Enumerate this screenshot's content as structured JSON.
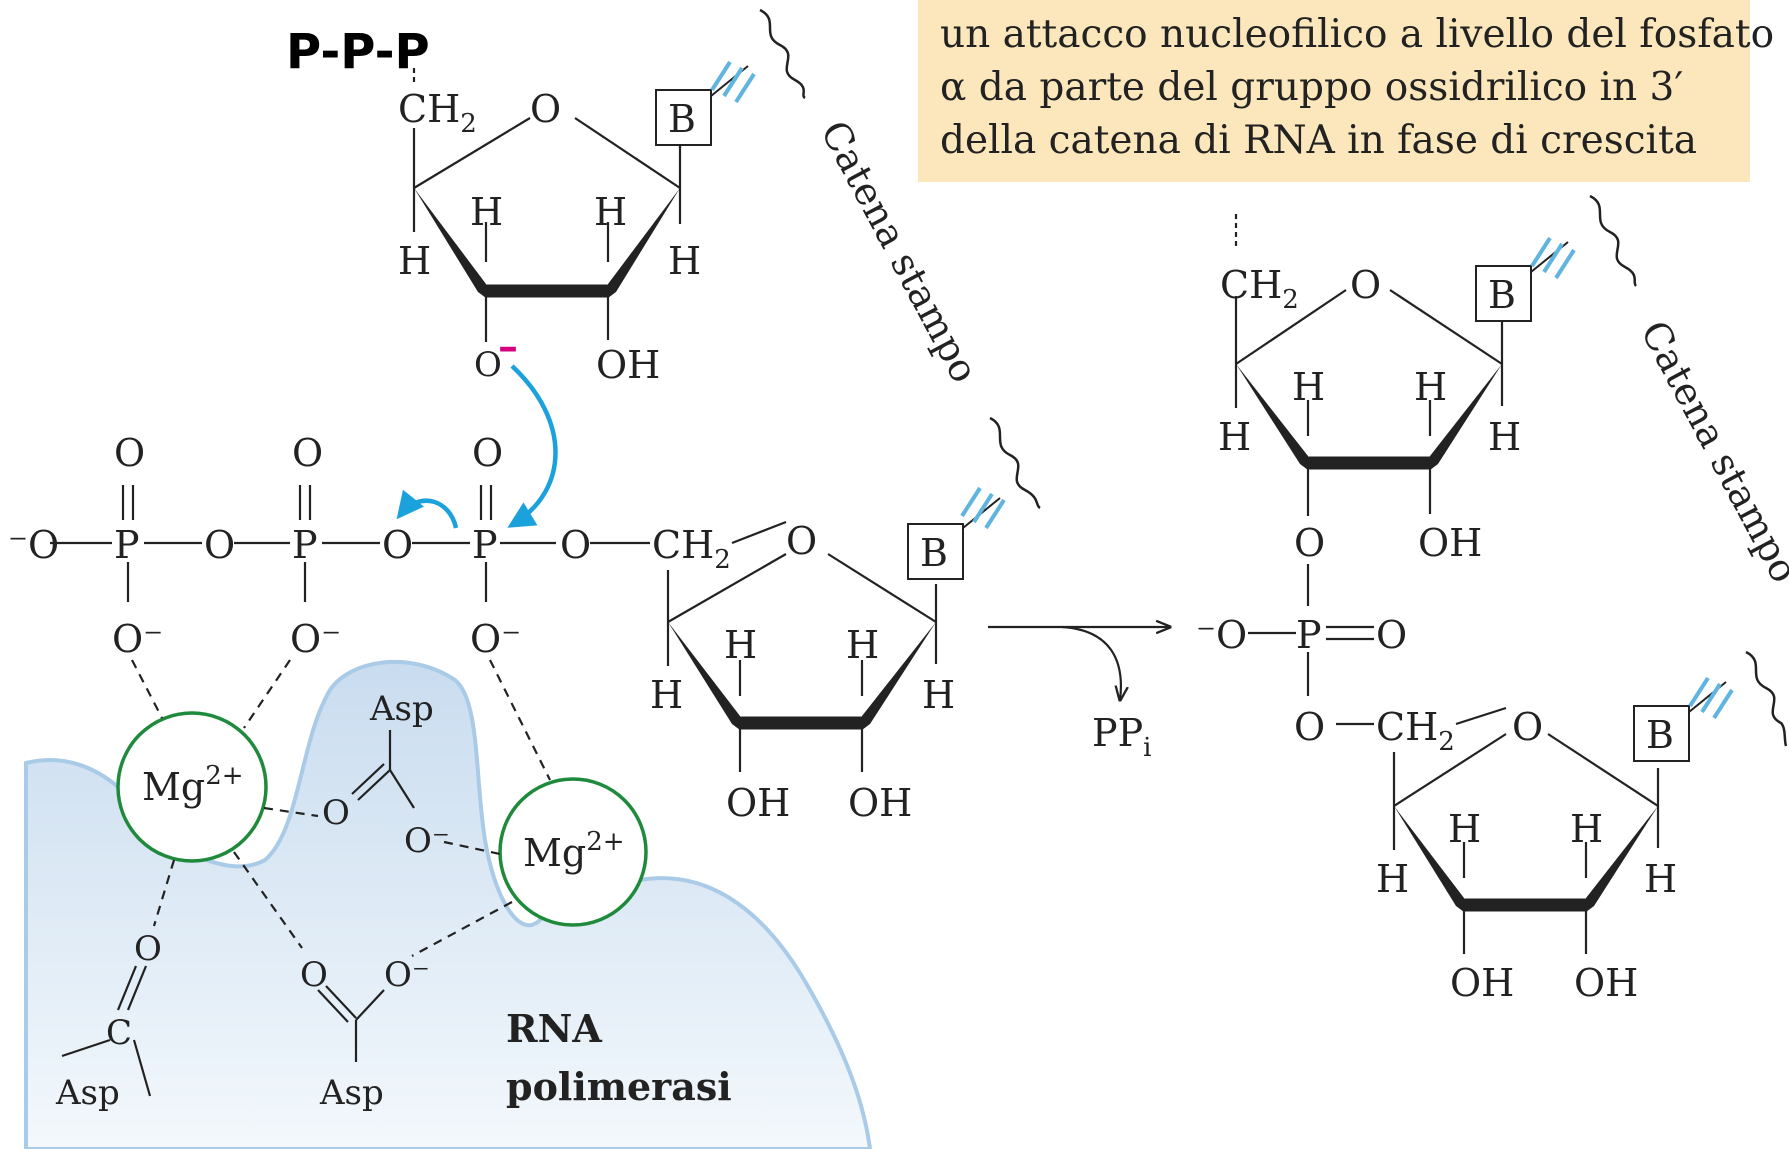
{
  "caption": {
    "line1": "un attacco nucleofilico a livello del fosfato",
    "line2": "α da parte del gruppo ossidrilico in 3′",
    "line3": "della catena di RNA in fase di crescita"
  },
  "labels": {
    "ppp": "P-P-P",
    "template_strand": "Catena stampo",
    "enzyme_line1": "RNA",
    "enzyme_line2": "polimerasi",
    "ppi": "PP",
    "ppi_sub": "i",
    "base": "B",
    "ch2": "CH",
    "ch2_sub": "2",
    "oxygen": "O",
    "oxygen_anion": "O⁻",
    "anion_oxygen_left": "⁻O",
    "phosphorus": "P",
    "hydrogen": "H",
    "hydroxyl": "OH",
    "asp": "Asp",
    "carbon": "C",
    "mg": "Mg",
    "mg_charge": "2+",
    "minus": "–"
  },
  "colors": {
    "caption_bg": "#fbe7bb",
    "enzyme_fill": "#dbe8f5",
    "enzyme_outline": "#a9cbe8",
    "arrow_blue": "#1ba1dc",
    "mg_ring": "#1f8a3c",
    "anion_magenta": "#d6007e",
    "pairing_ticks": "#5fb4e0"
  }
}
